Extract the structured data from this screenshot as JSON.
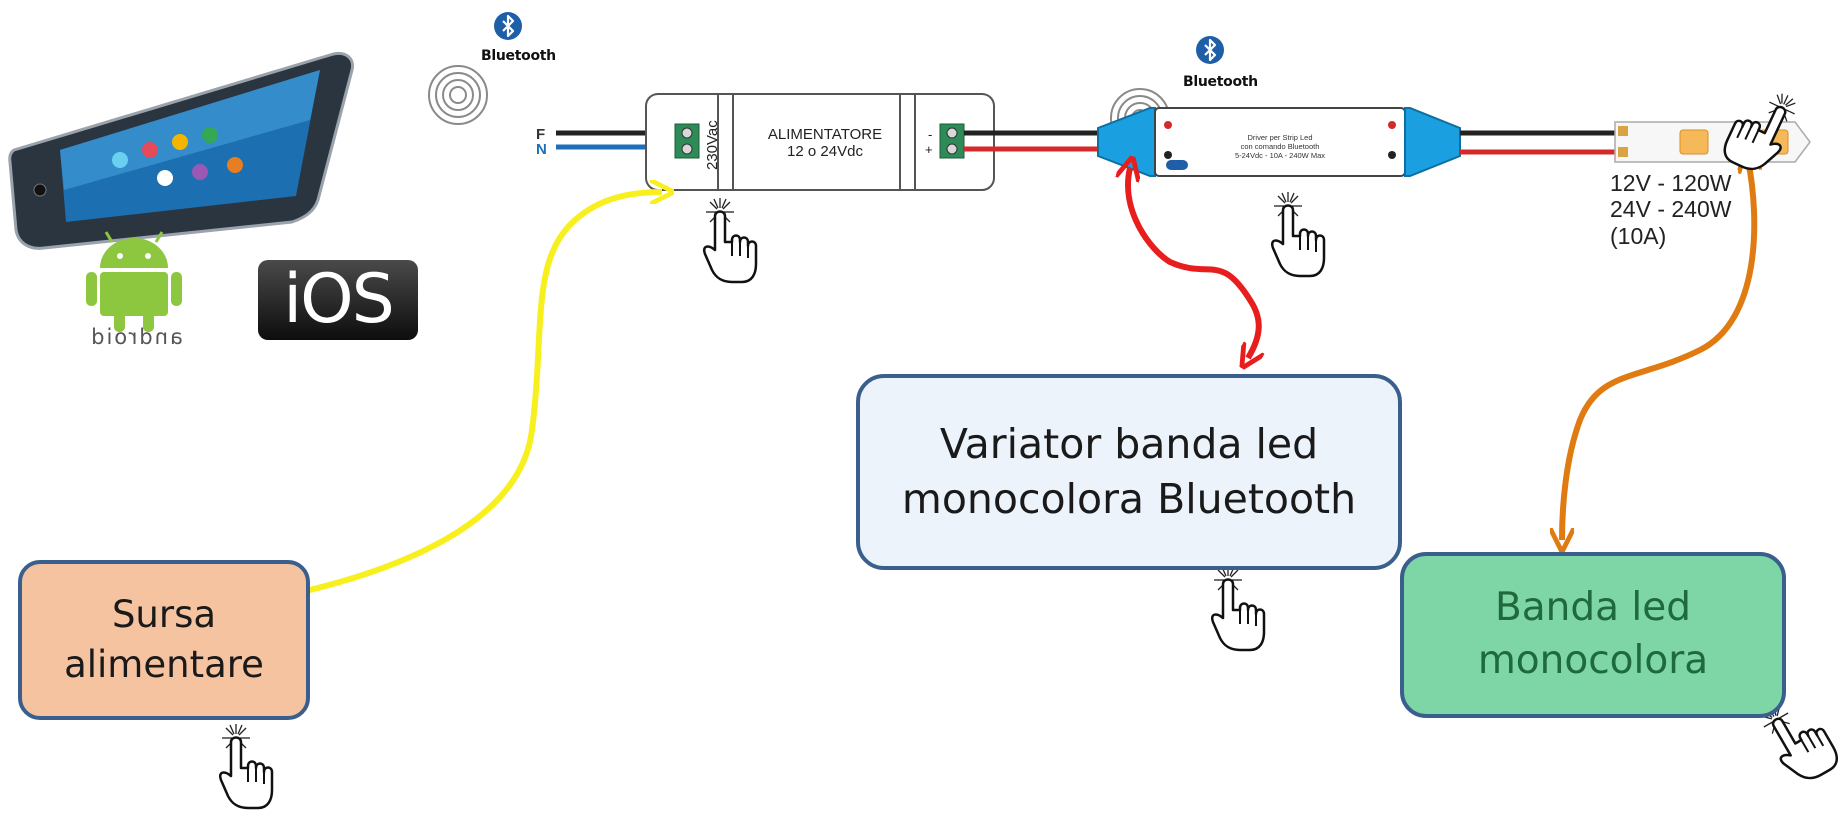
{
  "labels": {
    "variator_line1": "Variator banda led",
    "variator_line2": "monocolora Bluetooth",
    "sursa_line1": "Sursa",
    "sursa_line2": "alimentare",
    "banda_line1": "Banda led",
    "banda_line2": "monocolora"
  },
  "power_supply": {
    "title_line1": "ALIMENTATORE",
    "title_line2": "12 o 24Vdc",
    "input_voltage": "230Vac",
    "wire_f": "F",
    "wire_n": "N",
    "terminal_minus": "-",
    "terminal_plus": "+"
  },
  "driver": {
    "line1": "Driver per Strip Led",
    "line2": "con comando Bluetooth",
    "line3": "5-24Vdc - 10A - 240W Max"
  },
  "led_strip_specs": {
    "line1": "12V - 120W",
    "line2": "24V - 240W",
    "line3": "(10A)"
  },
  "bluetooth_label": "Bluetooth",
  "os_labels": {
    "android": "android",
    "ios": "iOS"
  },
  "colors": {
    "arrow_sursa": "#f7f01e",
    "arrow_variator": "#e81d1d",
    "arrow_banda": "#e07b12",
    "wire_blue": "#1e6fb8",
    "wire_red": "#d42a2a",
    "driver_cap": "#1a9fe0",
    "terminal_green": "#2e8b57"
  },
  "icons": [
    "bluetooth-icon",
    "smartphone-icon",
    "android-logo-icon",
    "ios-logo-icon",
    "tap-hand-icon"
  ]
}
